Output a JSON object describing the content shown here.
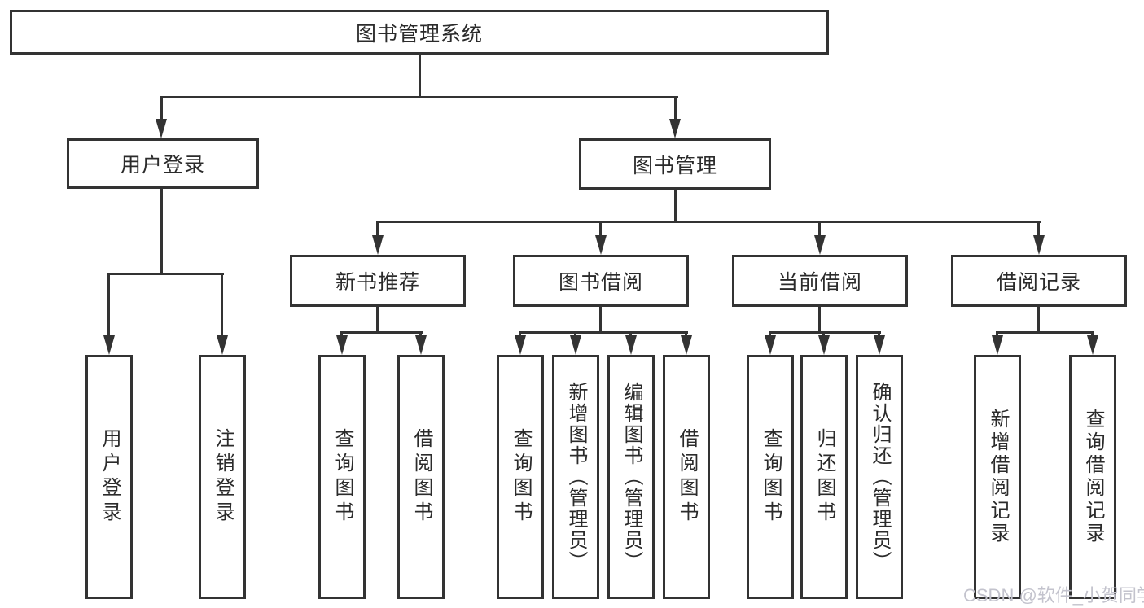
{
  "title": "图书管理系统",
  "watermark": "CSDN @软件_小贺同学",
  "colors": {
    "line": "#333333",
    "text": "#2b2b2b",
    "watermark": "#c3c3cd",
    "background": "#ffffff"
  },
  "tree": {
    "root": {
      "label": "图书管理系统"
    },
    "branches": [
      {
        "label": "用户登录",
        "children": [
          {
            "label": "用户登录"
          },
          {
            "label": "注销登录"
          }
        ]
      },
      {
        "label": "图书管理",
        "children": [
          {
            "label": "新书推荐",
            "children": [
              {
                "label": "查询图书"
              },
              {
                "label": "借阅图书"
              }
            ]
          },
          {
            "label": "图书借阅",
            "children": [
              {
                "label": "查询图书"
              },
              {
                "label": "新增图书（管理员）"
              },
              {
                "label": "编辑图书（管理员）"
              },
              {
                "label": "借阅图书"
              }
            ]
          },
          {
            "label": "当前借阅",
            "children": [
              {
                "label": "查询图书"
              },
              {
                "label": "归还图书"
              },
              {
                "label": "确认归还（管理员）"
              }
            ]
          },
          {
            "label": "借阅记录",
            "children": [
              {
                "label": "新增借阅记录"
              },
              {
                "label": "查询借阅记录"
              }
            ]
          }
        ]
      }
    ]
  }
}
